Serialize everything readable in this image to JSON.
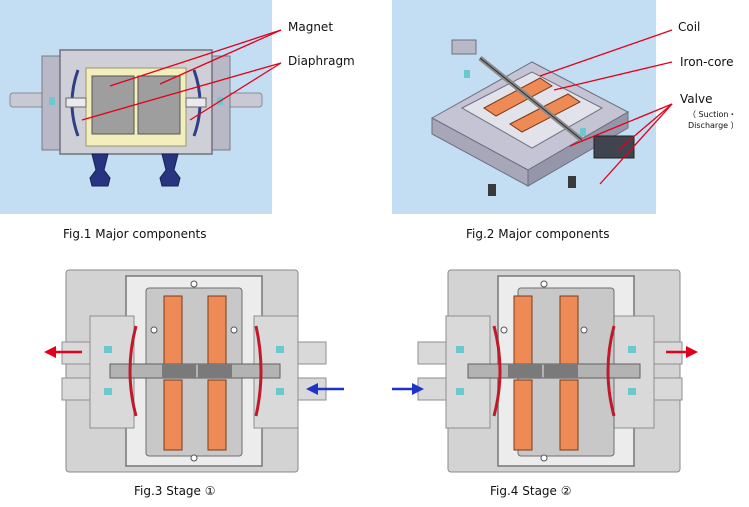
{
  "figures": [
    {
      "caption": "Fig.1 Major components",
      "callouts": [
        "Magnet",
        "Diaphragm"
      ]
    },
    {
      "caption": "Fig.2 Major components",
      "callouts": [
        "Coil",
        "Iron-core",
        "Valve",
        "（ Suction・",
        "Discharge ）"
      ]
    },
    {
      "caption": "Fig.3 Stage ①",
      "flow": {
        "outlet_side": "left",
        "inlet_side": "right"
      }
    },
    {
      "caption": "Fig.4 Stage ②",
      "flow": {
        "outlet_side": "right",
        "inlet_side": "left"
      }
    }
  ],
  "colors": {
    "panel_bg": "#c3def3",
    "callout_line": "#e3001b",
    "outlet_arrow": "#e3001b",
    "inlet_arrow": "#1f33c8",
    "coil": "#ee8a55",
    "housing": "#d0d0d0",
    "frame": "#9e9e9e"
  }
}
